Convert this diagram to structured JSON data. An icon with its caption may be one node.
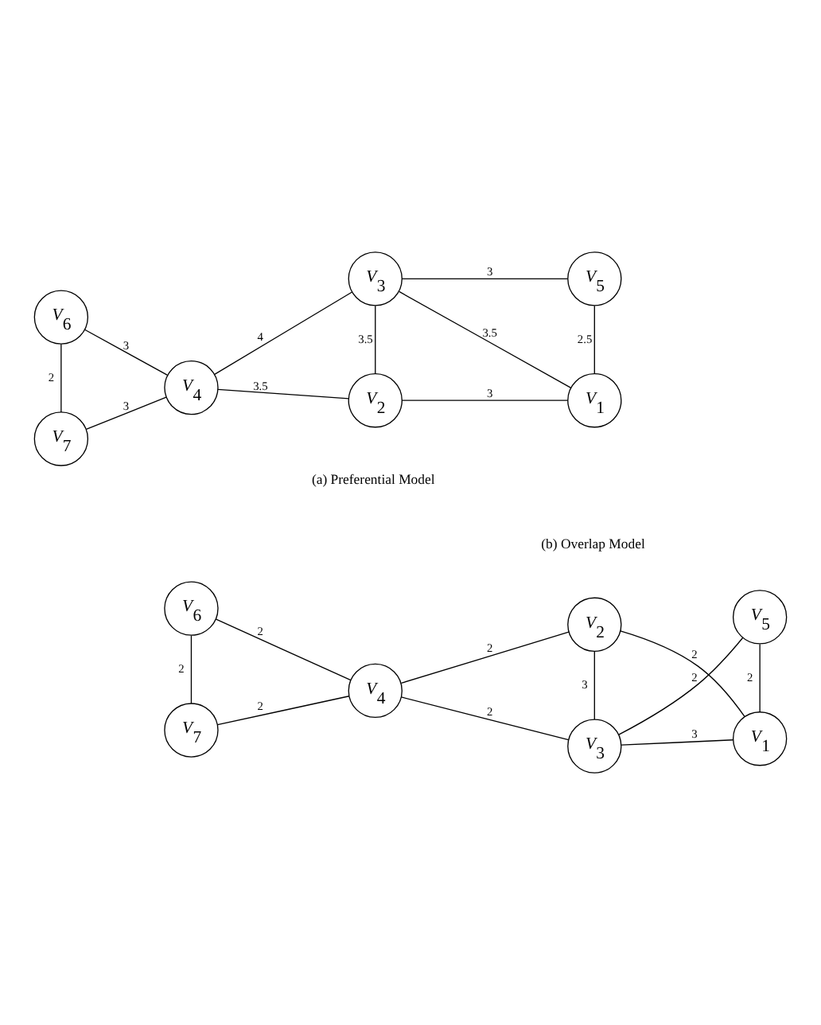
{
  "diagram": {
    "nodes": [
      {
        "text": [
          "V$_{7}$"
        ]
      },
      {
        "text": [
          "V$_{2}$"
        ]
      },
      {
        "text": [
          "V$_{4}$"
        ]
      },
      {
        "text": [
          "V$_{1}$"
        ]
      },
      {
        "text": [
          "V$_{6}$"
        ]
      },
      {
        "text": [
          "V$_{3}$"
        ]
      },
      {
        "text": [
          "V$_{5}$"
        ]
      },
      {
        "text": [
          "V$_{7}$"
        ]
      },
      {
        "text": [
          "V$_{2}$"
        ]
      },
      {
        "text": [
          "V$_{4}$"
        ]
      },
      {
        "text": [
          "V$_{1}$"
        ]
      },
      {
        "text": [
          "V$_{6}$"
        ]
      },
      {
        "text": [
          "V$_{3}$"
        ]
      },
      {
        "text": [
          "V$_{5}$"
        ]
      }
    ],
    "edges": [
      {
        "from": 0,
        "to": 2,
        "arrow": "none",
        "label": "3"
      },
      {
        "from": 0,
        "to": 4,
        "arrow": "none",
        "label": "2"
      },
      {
        "from": 4,
        "to": 2,
        "arrow": "none",
        "label": "3"
      },
      {
        "from": 2,
        "to": 1,
        "arrow": "none",
        "label": "3.5"
      },
      {
        "from": 2,
        "to": 5,
        "arrow": "none",
        "label": "4"
      },
      {
        "from": 1,
        "to": 5,
        "arrow": "none",
        "label": "3.5"
      },
      {
        "from": 1,
        "to": 3,
        "arrow": "none",
        "label": "3"
      },
      {
        "from": 5,
        "to": 3,
        "arrow": "none",
        "label": "3.5"
      },
      {
        "from": 3,
        "to": 6,
        "arrow": "none",
        "label": "2.5"
      },
      {
        "from": 5,
        "to": 6,
        "arrow": "none",
        "label": "3"
      },
      {
        "from": 7,
        "to": 9,
        "arrow": "none",
        "label": "2"
      },
      {
        "from": 7,
        "to": 11,
        "arrow": "none",
        "label": "2"
      },
      {
        "from": 11,
        "to": 9,
        "arrow": "none",
        "label": "2"
      },
      {
        "from": 9,
        "to": 8,
        "arrow": "none",
        "label": "2"
      },
      {
        "from": 9,
        "to": 12,
        "arrow": "none",
        "label": "2"
      },
      {
        "from": 8,
        "to": 12,
        "arrow": "none",
        "label": "3"
      },
      {
        "from": 8,
        "to": 10,
        "arrow": "none",
        "label": "2"
      },
      {
        "from": 12,
        "to": 10,
        "arrow": "none",
        "label": "3"
      },
      {
        "from": 10,
        "to": 13,
        "arrow": "none",
        "label": "2"
      },
      {
        "from": 12,
        "to": 13,
        "arrow": "none",
        "label": "2"
      }
    ],
    "labels": [
      "(a) Preferential Model",
      "(b) Overlap Model"
    ]
  }
}
